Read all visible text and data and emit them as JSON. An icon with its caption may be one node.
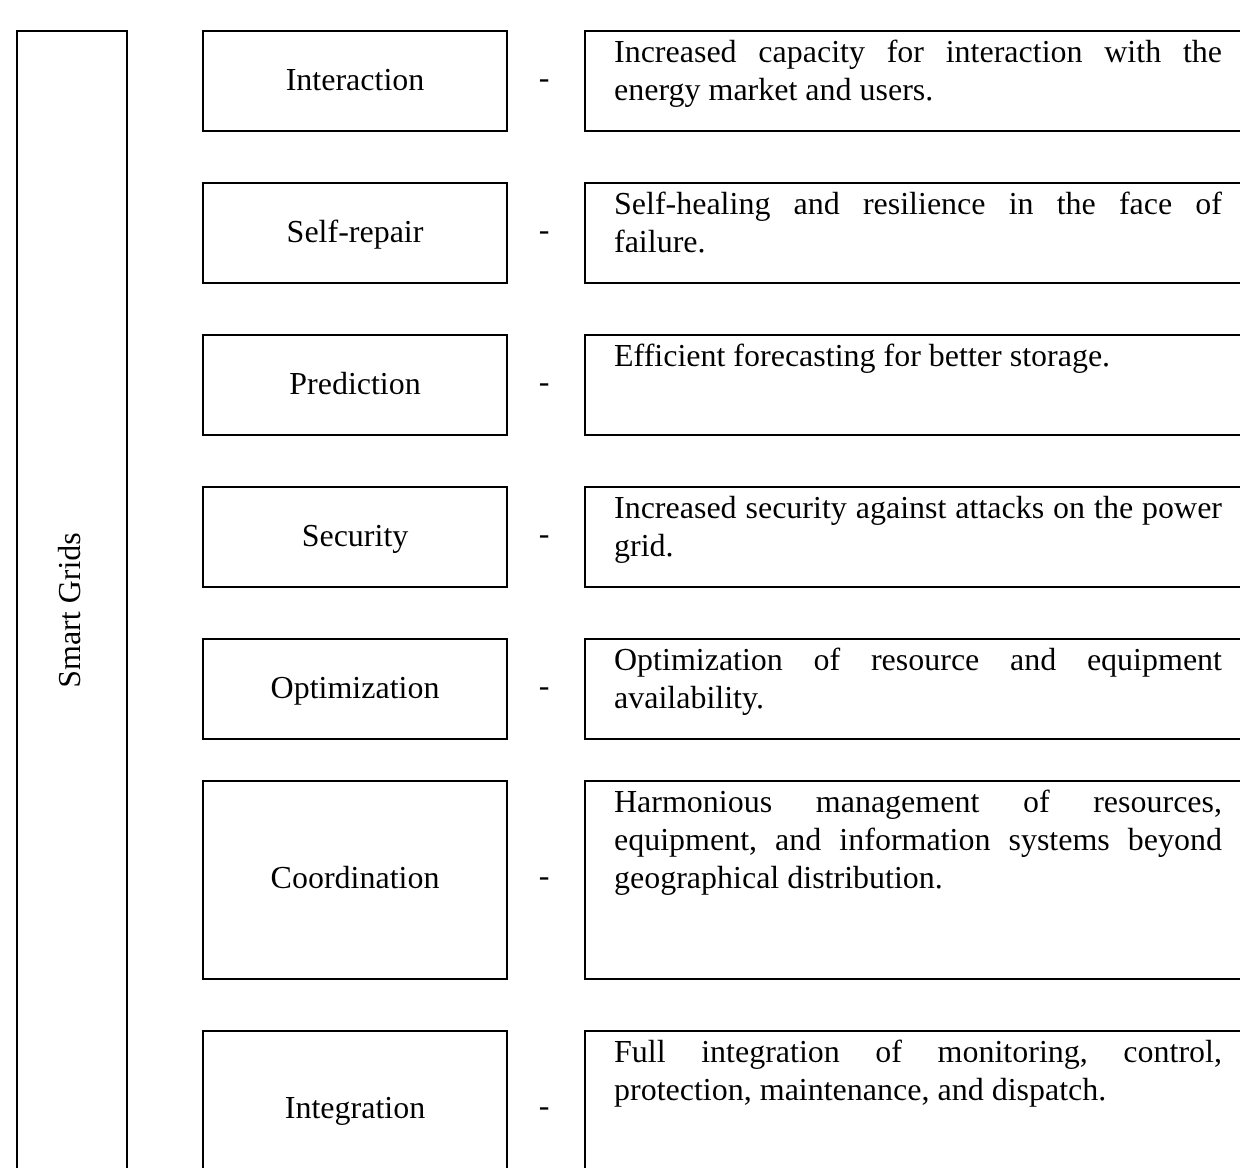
{
  "diagram": {
    "nodes": [
      {
        "text": [
          "Smart Grids"
        ]
      },
      {
        "text": [
          "Interaction"
        ]
      },
      {
        "text": [
          "Increased capacity for interaction with the energy market and users."
        ]
      },
      {
        "text": [
          "Self-repair"
        ]
      },
      {
        "text": [
          "Self-healing and resilience in the face of failure."
        ]
      },
      {
        "text": [
          "Prediction"
        ]
      },
      {
        "text": [
          "Efficient forecasting for better storage."
        ]
      },
      {
        "text": [
          "Security"
        ]
      },
      {
        "text": [
          "Increased security against attacks on the power grid."
        ]
      },
      {
        "text": [
          "Optimization"
        ]
      },
      {
        "text": [
          "Optimization of resource and equipment availability."
        ]
      },
      {
        "text": [
          "Coordination"
        ]
      },
      {
        "text": [
          "Harmonious management of resources, equipment, and information systems beyond geographical distribution."
        ]
      },
      {
        "text": [
          "Integration"
        ]
      },
      {
        "text": [
          "Full integration of monitoring, control, protection, maintenance, and dispatch."
        ]
      }
    ],
    "labels": [
      "-",
      "-",
      "-",
      "-",
      "-",
      "-",
      "-"
    ]
  }
}
